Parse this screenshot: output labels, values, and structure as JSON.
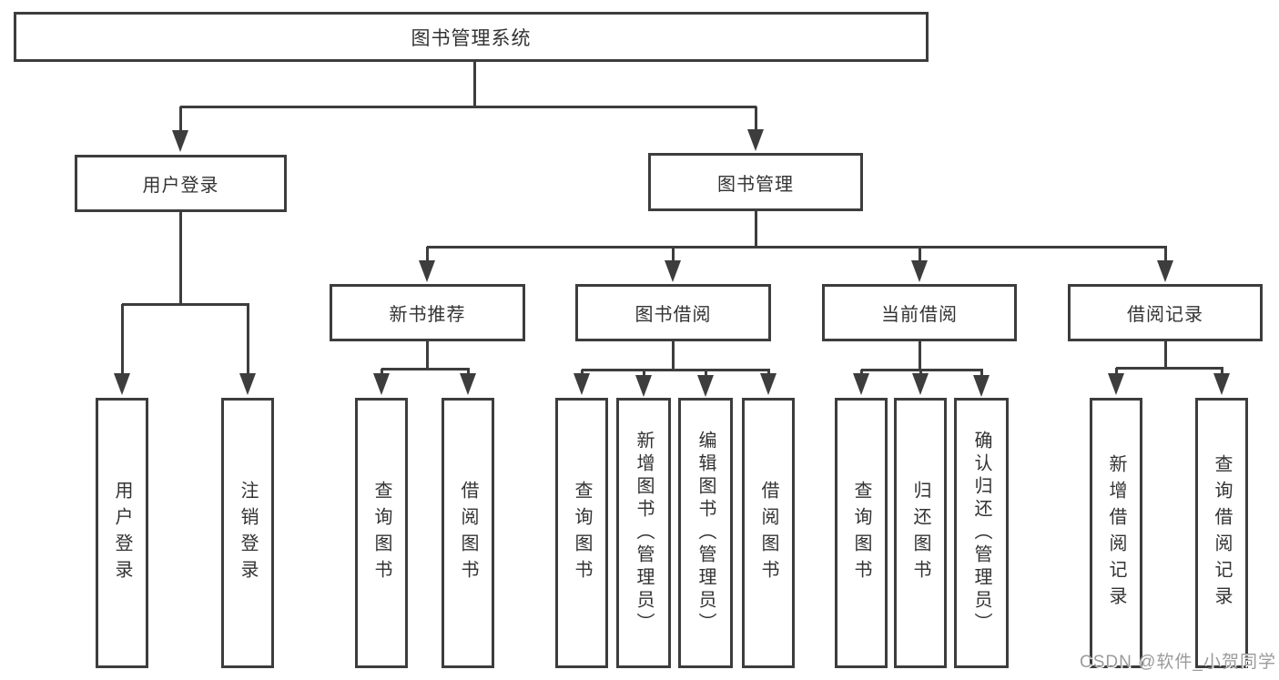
{
  "diagram": {
    "root": {
      "label": "图书管理系统"
    },
    "level2": [
      {
        "label": "用户登录"
      },
      {
        "label": "图书管理"
      }
    ],
    "level3": [
      {
        "label": "新书推荐",
        "parent": "图书管理"
      },
      {
        "label": "图书借阅",
        "parent": "图书管理"
      },
      {
        "label": "当前借阅",
        "parent": "图书管理"
      },
      {
        "label": "借阅记录",
        "parent": "图书管理"
      }
    ],
    "leaves": [
      {
        "label": "用户登录",
        "parent": "用户登录"
      },
      {
        "label": "注销登录",
        "parent": "用户登录"
      },
      {
        "label": "查询图书",
        "parent": "新书推荐"
      },
      {
        "label": "借阅图书",
        "parent": "新书推荐"
      },
      {
        "label": "查询图书",
        "parent": "图书借阅"
      },
      {
        "label": "新增图书（管理员）",
        "parent": "图书借阅"
      },
      {
        "label": "编辑图书（管理员）",
        "parent": "图书借阅"
      },
      {
        "label": "借阅图书",
        "parent": "图书借阅"
      },
      {
        "label": "查询图书",
        "parent": "当前借阅"
      },
      {
        "label": "归还图书",
        "parent": "当前借阅"
      },
      {
        "label": "确认归还（管理员）",
        "parent": "当前借阅"
      },
      {
        "label": "新增借阅记录",
        "parent": "借阅记录"
      },
      {
        "label": "查询借阅记录",
        "parent": "借阅记录"
      }
    ]
  },
  "watermark": "CSDN @软件_小贺同学",
  "colors": {
    "line": "#3d3d3d",
    "text": "#333333",
    "background": "#ffffff",
    "watermark": "#9b9b9b"
  }
}
